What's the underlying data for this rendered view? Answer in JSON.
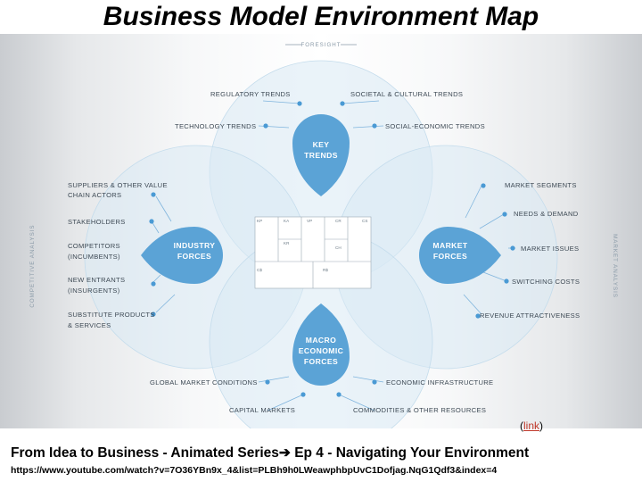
{
  "title": "Business Model Environment  Map",
  "foresight_label": "FORESIGHT",
  "competitive_label": "COMPETITIVE ANALYSIS",
  "market_analysis_label": "MARKET ANALYSIS",
  "key_trends": {
    "circle": [
      "KEY",
      "TRENDS"
    ],
    "regulatory": "REGULATORY TRENDS",
    "societal": "SOCIETAL & CULTURAL TRENDS",
    "technology": "TECHNOLOGY TRENDS",
    "social_economic": "SOCIAL-ECONOMIC TRENDS"
  },
  "industry_forces": {
    "circle": [
      "INDUSTRY",
      "FORCES"
    ],
    "suppliers": [
      "SUPPLIERS & OTHER VALUE",
      "CHAIN ACTORS"
    ],
    "stakeholders": "STAKEHOLDERS",
    "competitors": [
      "COMPETITORS",
      "(INCUMBENTS)"
    ],
    "new_entrants": [
      "NEW ENTRANTS",
      "(INSURGENTS)"
    ],
    "substitutes": [
      "SUBSTITUTE PRODUCTS",
      "& SERVICES"
    ]
  },
  "market_forces": {
    "circle": [
      "MARKET",
      "FORCES"
    ],
    "segments": "MARKET SEGMENTS",
    "needs": "NEEDS & DEMAND",
    "issues": "MARKET ISSUES",
    "switching": "SWITCHING COSTS",
    "revenue": "REVENUE ATTRACTIVENESS"
  },
  "macro_forces": {
    "circle": [
      "MACRO",
      "ECONOMIC",
      "FORCES"
    ],
    "global": "GLOBAL MARKET CONDITIONS",
    "infrastructure": "ECONOMIC INFRASTRUCTURE",
    "capital": "CAPITAL MARKETS",
    "commodities": "COMMODITIES & OTHER RESOURCES"
  },
  "canvas_cells": {
    "kp": "KP",
    "ka": "KA",
    "vp": "VP",
    "cr": "CR",
    "cs": "CS",
    "kr": "KR",
    "ch": "CH",
    "cs2": "C$",
    "rs": "R$"
  },
  "link_text": "link",
  "caption": "From Idea to Business - Animated Series➔ Ep 4 - Navigating Your Environment",
  "url": "https://www.youtube.com/watch?v=7O36YBn9x_4&list=PLBh9h0LWeawphbpUvC1Dofjag.NqG1Qdf3&index=4",
  "colors": {
    "circle_blue": "#5ba3d6",
    "dot_blue": "#4a9ad4",
    "bg_circle": "#d6e7f2",
    "link": "#c0392b"
  }
}
